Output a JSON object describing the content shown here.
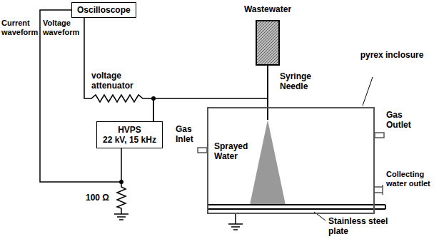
{
  "diagram": {
    "nodes": [
      {
        "text": [
          "Oscilloscope"
        ]
      },
      {
        "text": [
          "Wastewater"
        ]
      },
      {
        "text": [
          "HVPS",
          "22 kV, 15 kHz"
        ]
      },
      {
        "text": [
          "pyrex inclosure"
        ]
      }
    ],
    "edges": [
      {
        "from": 0,
        "to": 2,
        "arrow": "none"
      },
      {
        "from": 0,
        "to": 2,
        "arrow": "none"
      },
      {
        "from": 2,
        "to": 1,
        "arrow": "none"
      }
    ],
    "labels": [
      "Current waveform",
      "Voltage waveform",
      "voltage attenuator",
      "100 Ω",
      "Syringe Needle",
      "Gas Inlet",
      "Sprayed Water",
      "Gas Outlet",
      "Collecting water outlet",
      "Stainless steel plate"
    ]
  }
}
